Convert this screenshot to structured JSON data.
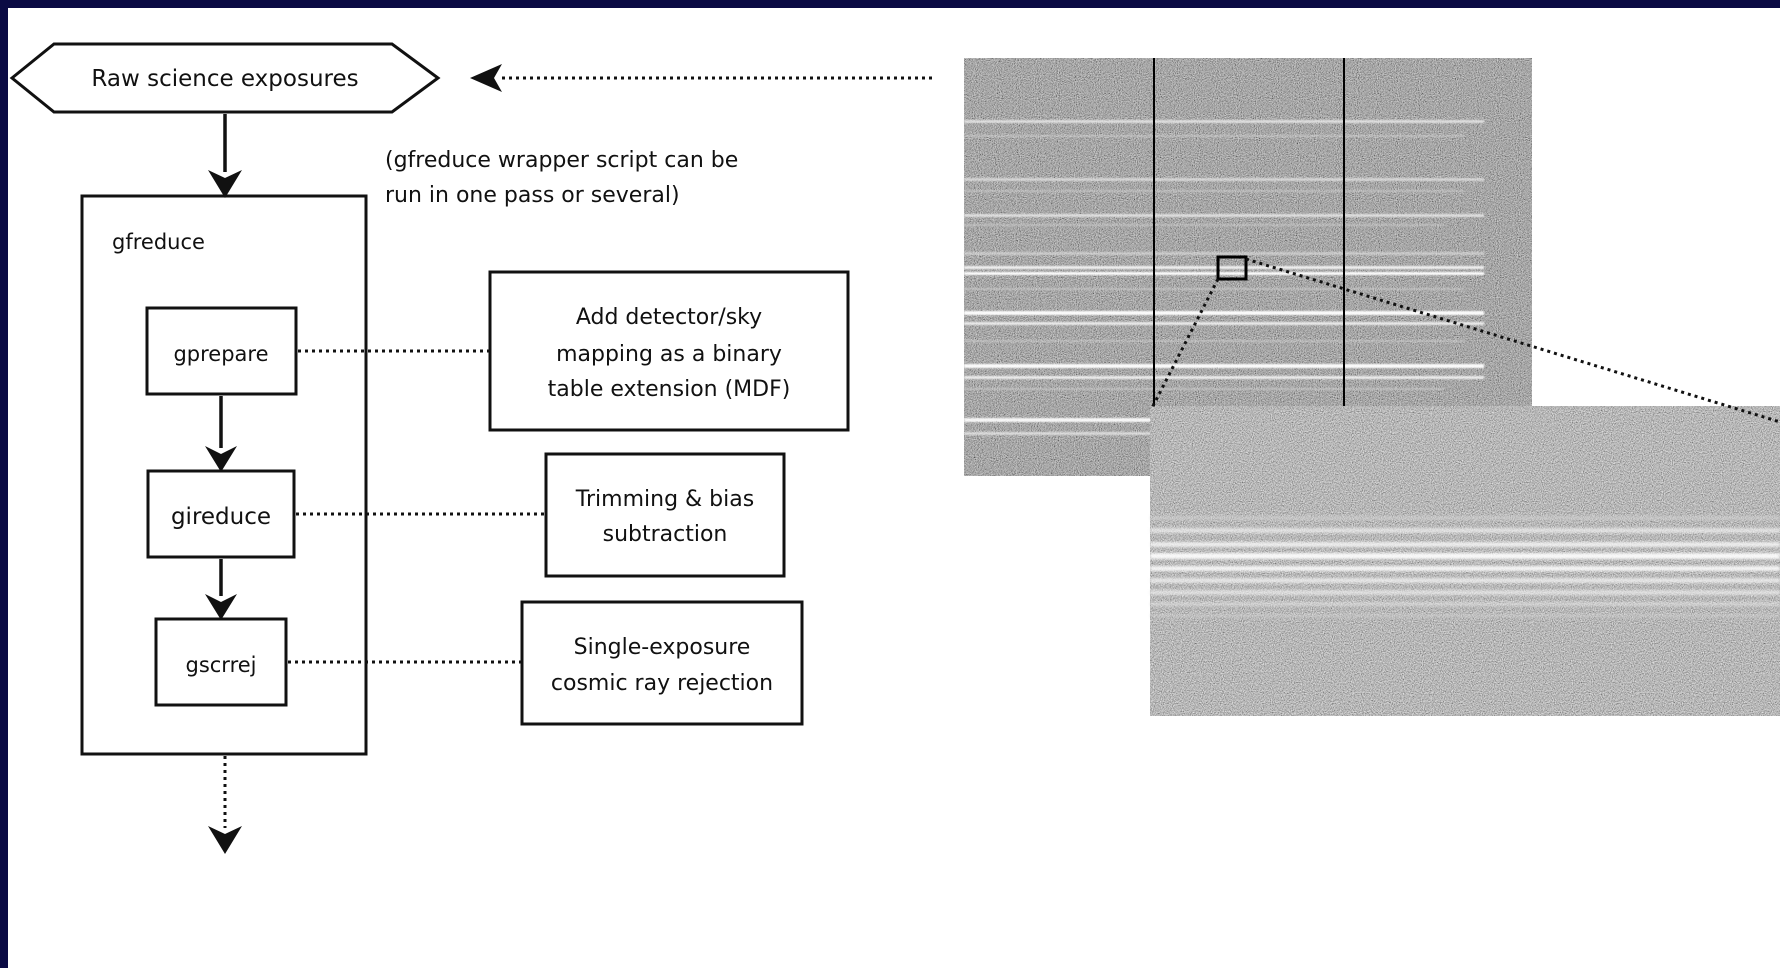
{
  "flowchart": {
    "start": "Raw science exposures",
    "note_lines": [
      "(gfreduce wrapper script can be",
      "run in one pass or several)"
    ],
    "container_label": "gfreduce",
    "steps": [
      {
        "name": "gprepare",
        "description_lines": [
          "Add detector/sky",
          "mapping as a binary",
          "table extension (MDF)"
        ]
      },
      {
        "name": "gireduce",
        "description_lines": [
          "Trimming & bias",
          "subtraction"
        ]
      },
      {
        "name": "gscrrej",
        "description_lines": [
          "Single-exposure",
          "cosmic ray rejection"
        ]
      }
    ]
  },
  "images": {
    "raw_frame": "raw-ccd-frame",
    "zoom_inset": "zoomed-spectra-inset"
  },
  "colors": {
    "slide_background": "#0a0a44",
    "panel_background": "#ffffff",
    "line_color": "#111111"
  }
}
